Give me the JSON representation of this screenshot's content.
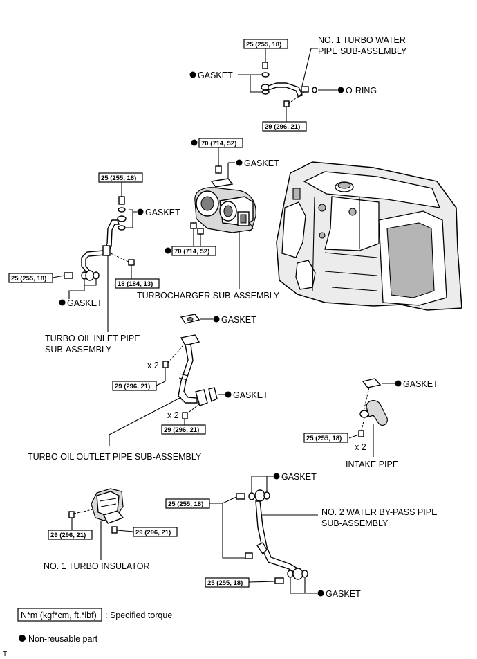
{
  "labels": {
    "turbo_water_pipe_line1": "NO. 1 TURBO WATER",
    "turbo_water_pipe_line2": "PIPE SUB-ASSEMBLY",
    "gasket": "GASKET",
    "o_ring": "O-RING",
    "turbocharger": "TURBOCHARGER SUB-ASSEMBLY",
    "turbo_oil_inlet_line1": "TURBO OIL INLET PIPE",
    "turbo_oil_inlet_line2": "SUB-ASSEMBLY",
    "turbo_oil_outlet": "TURBO OIL OUTLET PIPE SUB-ASSEMBLY",
    "intake_pipe": "INTAKE PIPE",
    "water_bypass_line1": "NO. 2 WATER BY-PASS PIPE",
    "water_bypass_line2": "SUB-ASSEMBLY",
    "turbo_insulator": "NO. 1 TURBO INSULATOR",
    "times_two": "x 2"
  },
  "torques": {
    "t25": "25 (255, 18)",
    "t29": "29 (296, 21)",
    "t70": "70 (714, 52)",
    "t18": "18 (184, 13)"
  },
  "legend": {
    "torque_unit": "N*m (kgf*cm, ft.*lbf)",
    "torque_desc": ": Specified torque",
    "nonreusable": "Non-reusable part"
  },
  "footer": {
    "corner_mark": "T"
  }
}
